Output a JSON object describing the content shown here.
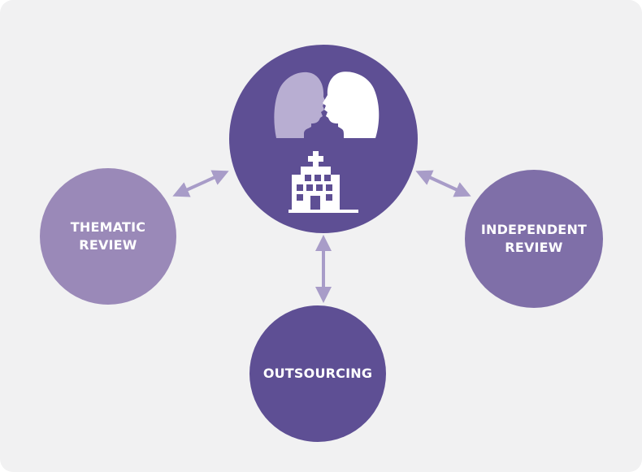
{
  "colors": {
    "background": "#f1f1f2",
    "center": "#5e4f94",
    "thematic": "#9a89b8",
    "independent": "#7f6fa8",
    "outsourcing": "#5e4f94",
    "arrow": "#a89cc8",
    "head_light": "#b8aed2",
    "icon": "#ffffff"
  },
  "center": {
    "icons": [
      "two-heads-facing-icon",
      "hospital-building-icon"
    ]
  },
  "nodes": {
    "thematic": {
      "line1": "THEMATIC",
      "line2": "REVIEW"
    },
    "independent": {
      "line1": "INDEPENDENT",
      "line2": "REVIEW"
    },
    "outsourcing": {
      "line1": "OUTSOURCING"
    }
  }
}
